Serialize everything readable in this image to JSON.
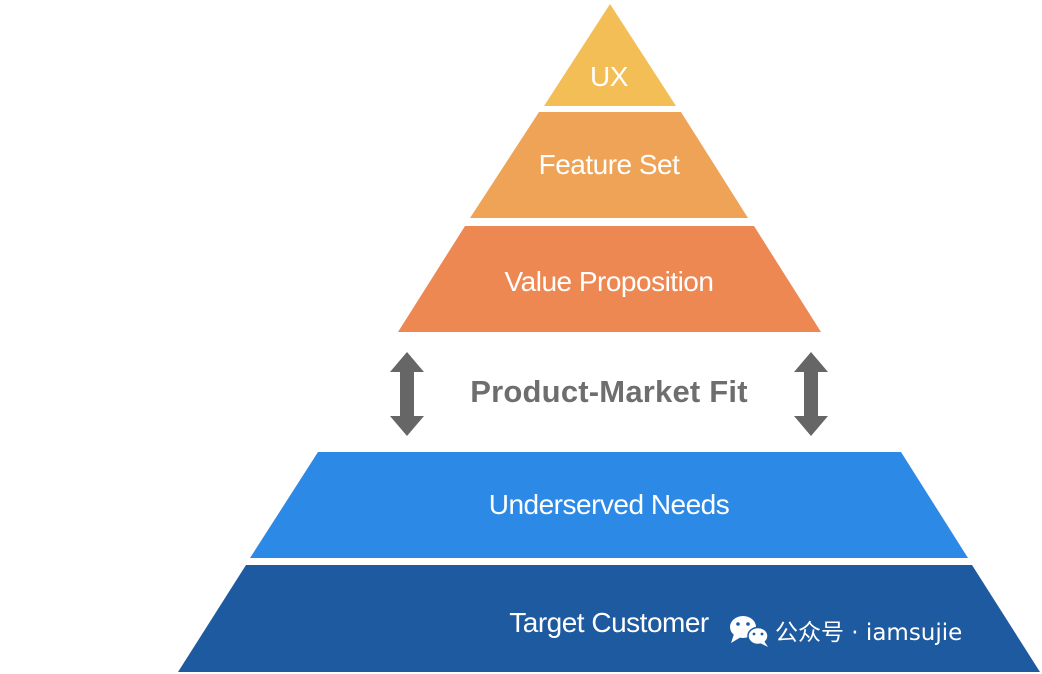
{
  "pyramid": {
    "layers": [
      {
        "label": "UX",
        "color": "#F2BE55"
      },
      {
        "label": "Feature Set",
        "color": "#EFA356"
      },
      {
        "label": "Value Proposition",
        "color": "#EE8853"
      },
      {
        "label": "Underserved Needs",
        "color": "#2C8AE6"
      },
      {
        "label": "Target Customer",
        "color": "#1D5AA0"
      }
    ],
    "fit_label": "Product-Market Fit",
    "arrow_color": "#666666"
  },
  "watermark": {
    "text": "公众号 · iamsujie",
    "icon": "wechat-icon"
  }
}
